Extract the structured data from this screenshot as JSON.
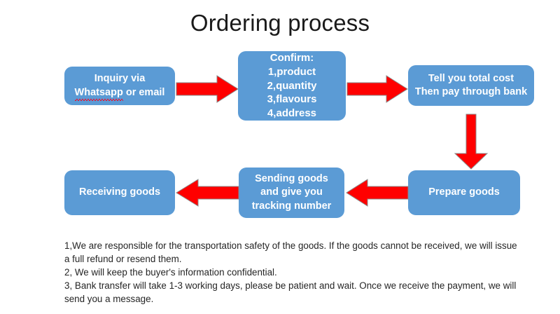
{
  "title": "Ordering process",
  "colors": {
    "node_fill": "#5B9BD5",
    "arrow_fill": "#FF0000",
    "arrow_outline": "#8A8A8A",
    "node_text": "#FFFFFF",
    "background": "#FFFFFF",
    "spellcheck_underline": "#E8112D",
    "title_text": "#1A1A1A",
    "notes_text": "#252525"
  },
  "nodes": [
    {
      "id": "inquiry",
      "lines": [
        "Inquiry via",
        "Whatsapp or email"
      ],
      "misspelled_word": "Whatsapp"
    },
    {
      "id": "confirm",
      "lines": [
        "Confirm:",
        "1,product",
        "2,quantity",
        "3,flavours",
        "4,address"
      ]
    },
    {
      "id": "total-cost",
      "lines": [
        "Tell you total cost",
        "Then pay through bank"
      ]
    },
    {
      "id": "prepare-goods",
      "lines": [
        "Prepare goods"
      ]
    },
    {
      "id": "sending-goods",
      "lines": [
        "Sending goods",
        "and give you",
        "tracking number"
      ]
    },
    {
      "id": "receiving-goods",
      "lines": [
        "Receiving goods"
      ]
    }
  ],
  "arrows": [
    {
      "id": "inquiry-to-confirm",
      "direction": "right"
    },
    {
      "id": "confirm-to-total-cost",
      "direction": "right"
    },
    {
      "id": "total-cost-to-prepare-goods",
      "direction": "down"
    },
    {
      "id": "prepare-goods-to-sending-goods",
      "direction": "left"
    },
    {
      "id": "sending-goods-to-receiving-goods",
      "direction": "left"
    }
  ],
  "notes": [
    "1,We are responsible for the transportation safety of the goods. If the goods cannot be received, we will issue a full refund or resend them.",
    "2, We will keep the buyer's information confidential.",
    "3, Bank transfer will take 1-3 working days, please be patient and wait. Once we receive the payment, we will send you a message."
  ]
}
